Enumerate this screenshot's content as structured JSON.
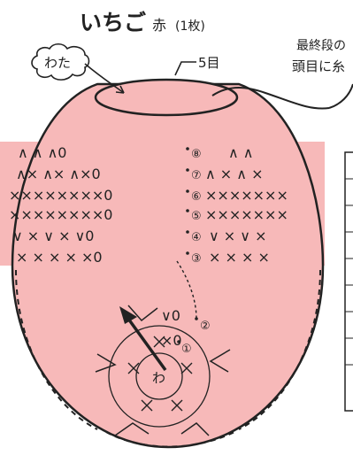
{
  "header": {
    "title": "いちご",
    "color": "赤",
    "count": "(1枚)"
  },
  "annotations": {
    "stuffing": "わた",
    "stitch_count": "5目",
    "note_line1": "最終段の",
    "note_line2": "頭目に糸"
  },
  "chart": {
    "ring_label": "わ",
    "rows": [
      {
        "number": "①",
        "symbols": "×0"
      },
      {
        "number": "②",
        "symbols": "∨0"
      },
      {
        "number": "③",
        "symbols": "× × × × ×0"
      },
      {
        "number": "④",
        "symbols": "∨ × ∨ × ∨0"
      },
      {
        "number": "⑤",
        "symbols": "××××××××0"
      },
      {
        "number": "⑥",
        "symbols": "××××××××0"
      },
      {
        "number": "⑦",
        "symbols": "∧× ∧× ∧×0"
      },
      {
        "number": "⑧",
        "symbols": "∧ ∧ ∧0"
      }
    ],
    "right_rows": [
      {
        "symbols": "× × × ×"
      },
      {
        "symbols": "∨ × ∨ ×"
      },
      {
        "symbols": "×××××××"
      },
      {
        "symbols": "×××××××"
      },
      {
        "symbols": "∧ × ∧ ×"
      },
      {
        "symbols": "∧   ∧"
      }
    ]
  },
  "colors": {
    "body_fill": "#f7b9b9",
    "band_fill": "#f7b9b9",
    "stroke": "#222222"
  }
}
